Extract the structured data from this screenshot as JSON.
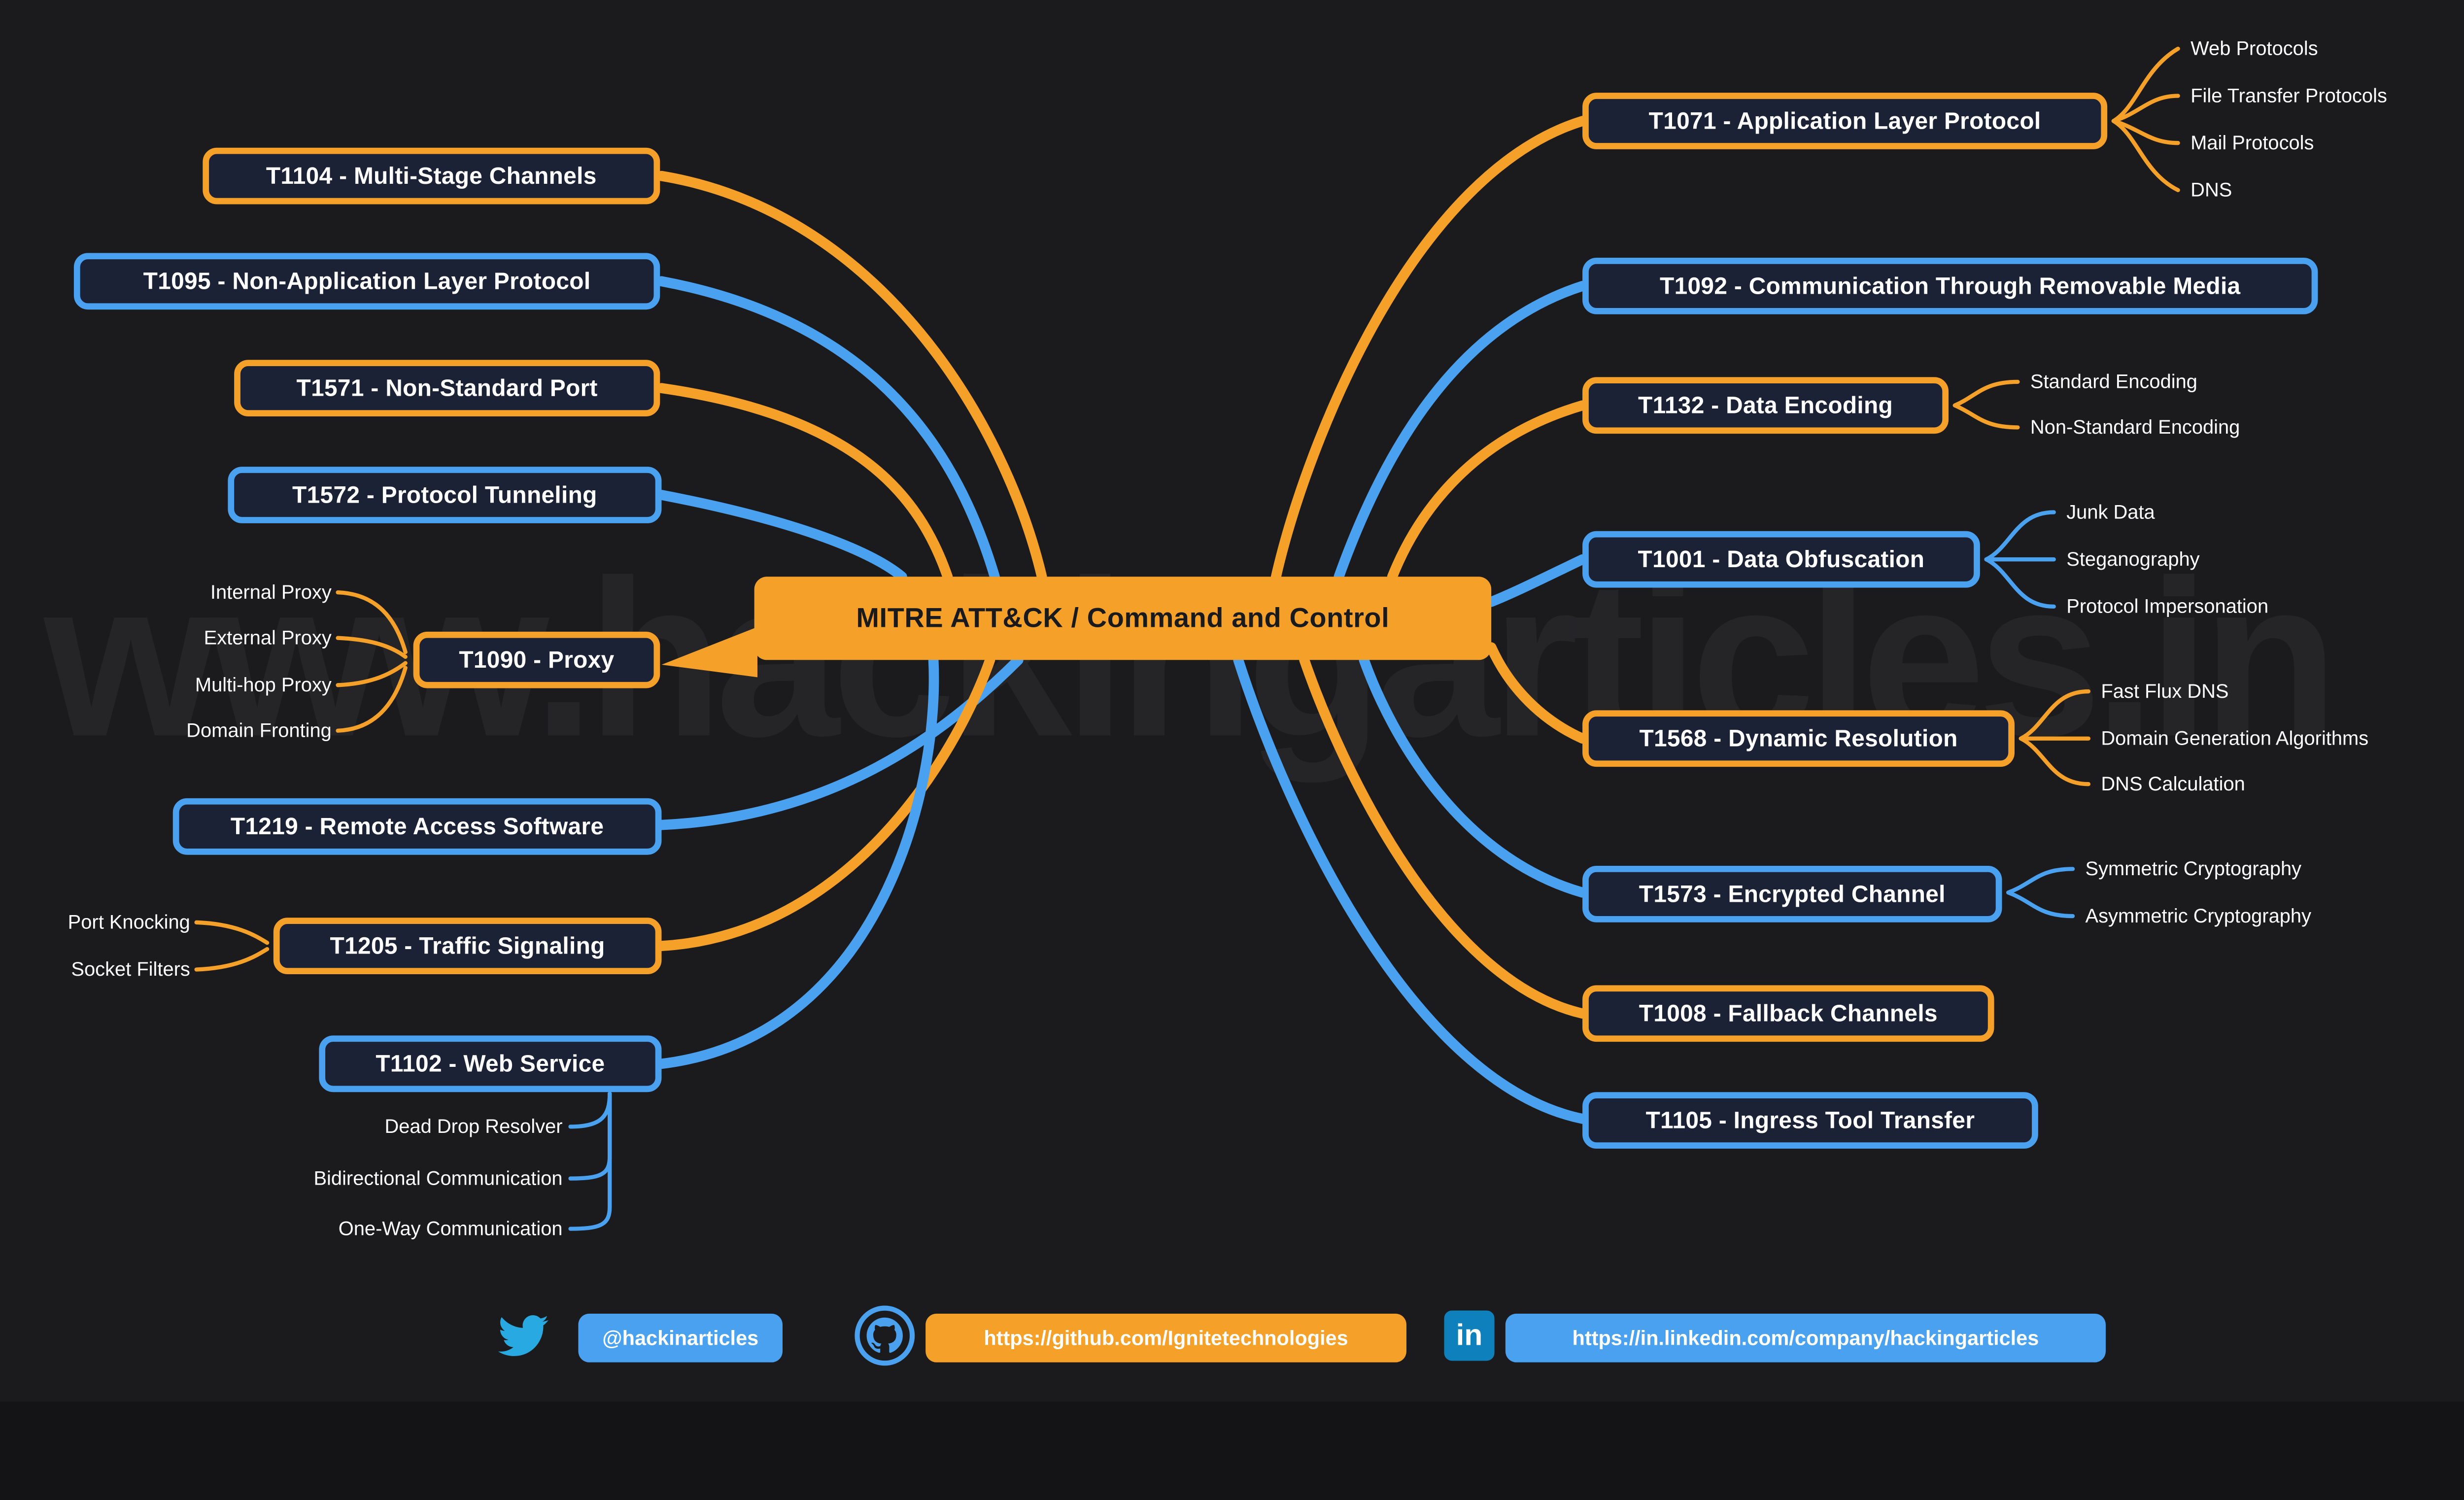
{
  "watermark": "www.hackingarticles.in",
  "center": {
    "title": "MITRE ATT&CK / Command and Control"
  },
  "colors": {
    "orange": "#f5a028",
    "blue": "#4aa1f0",
    "node_fill": "#1c2236",
    "background": "#1b1b1d",
    "twitter_blue": "#29a9e1",
    "linkedin_blue": "#0e81bd"
  },
  "left_nodes": [
    {
      "label": "T1104 -  Multi-Stage Channels",
      "accent": "orange",
      "children": []
    },
    {
      "label": "T1095 -  Non-Application Layer Protocol",
      "accent": "blue",
      "children": []
    },
    {
      "label": "T1571 -  Non-Standard Port",
      "accent": "orange",
      "children": []
    },
    {
      "label": "T1572 -  Protocol Tunneling",
      "accent": "blue",
      "children": []
    },
    {
      "label": "T1090 - Proxy",
      "accent": "orange",
      "children": [
        "Internal Proxy",
        "External Proxy",
        "Multi-hop Proxy",
        "Domain Fronting"
      ]
    },
    {
      "label": "T1219 - Remote Access Software",
      "accent": "blue",
      "children": []
    },
    {
      "label": "T1205 -  Traffic Signaling",
      "accent": "orange",
      "children": [
        "Port Knocking",
        "Socket Filters"
      ]
    },
    {
      "label": "T1102 -  Web Service",
      "accent": "blue",
      "children": [
        "Dead Drop Resolver",
        "Bidirectional Communication",
        "One-Way Communication"
      ]
    }
  ],
  "right_nodes": [
    {
      "label": "T1071 -  Application Layer Protocol",
      "accent": "orange",
      "children": [
        "Web Protocols",
        "File Transfer Protocols",
        "Mail Protocols",
        "DNS"
      ]
    },
    {
      "label": "T1092 -  Communication Through Removable Media",
      "accent": "blue",
      "children": []
    },
    {
      "label": "T1132 -  Data Encoding",
      "accent": "orange",
      "children": [
        "Standard Encoding",
        "Non-Standard Encoding"
      ]
    },
    {
      "label": "T1001 -  Data Obfuscation",
      "accent": "blue",
      "children": [
        "Junk Data",
        "Steganography",
        "Protocol Impersonation"
      ]
    },
    {
      "label": "T1568 - Dynamic Resolution",
      "accent": "orange",
      "children": [
        "Fast Flux DNS",
        "Domain Generation Algorithms",
        "DNS Calculation"
      ]
    },
    {
      "label": "T1573 -  Encrypted Channel",
      "accent": "blue",
      "children": [
        "Symmetric Cryptography",
        "Asymmetric Cryptography"
      ]
    },
    {
      "label": "T1008 -  Fallback Channels",
      "accent": "orange",
      "children": []
    },
    {
      "label": "T1105 -  Ingress Tool Transfer",
      "accent": "blue",
      "children": []
    }
  ],
  "footer": {
    "twitter": "@hackinarticles",
    "github": "https://github.com/Ignitetechnologies",
    "linkedin": "https://in.linkedin.com/company/hackingarticles",
    "linkedin_icon_text": "in"
  }
}
